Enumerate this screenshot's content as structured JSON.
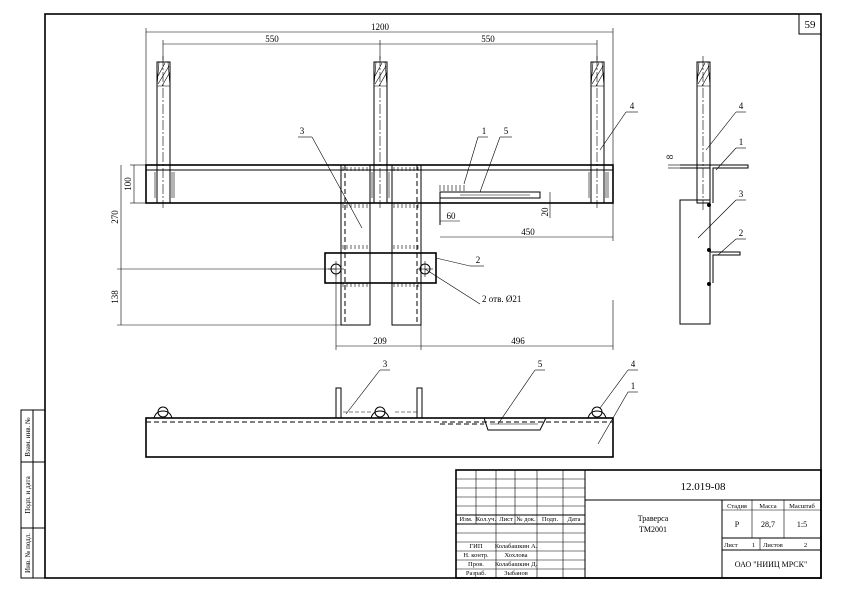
{
  "sheet": {
    "number": "59",
    "designation": "12.019-08",
    "title_line1": "Траверса",
    "title_line2": "ТМ2001",
    "organization": "ОАО \"НИИЦ МРСК\""
  },
  "title_block": {
    "stage_header": "Стадия",
    "mass_header": "Масса",
    "scale_header": "Масштаб",
    "stage": "Р",
    "mass": "28,7",
    "scale": "1:5",
    "sheet_label": "Лист",
    "sheet_value": "1",
    "sheets_label": "Листов",
    "sheets_value": "2",
    "revision_headers": [
      "Изм.",
      "Кол.уч.",
      "Лист",
      "№ док.",
      "Подп.",
      "Дата"
    ],
    "roles": [
      "ГИП",
      "Н. контр.",
      "Пров.",
      "Разраб."
    ],
    "names": [
      "Колабашкин А.",
      "Хохлова",
      "Колабашкин Д.",
      "Зыбанов"
    ]
  },
  "side_stamps": [
    "Взам. инв. №",
    "Подп. и дата",
    "Инв. № подл."
  ],
  "dimensions": {
    "d1200": "1200",
    "d550a": "550",
    "d550b": "550",
    "d100": "100",
    "d270": "270",
    "d138": "138",
    "d60": "60",
    "d20": "20",
    "d450": "450",
    "d209": "209",
    "d496": "496",
    "d8": "8",
    "holes": "2 отв. Ø21"
  },
  "callouts": {
    "front": [
      "3",
      "1",
      "5",
      "4",
      "2"
    ],
    "side": [
      "4",
      "1",
      "3",
      "2"
    ],
    "plan": [
      "3",
      "5",
      "4",
      "1"
    ]
  }
}
